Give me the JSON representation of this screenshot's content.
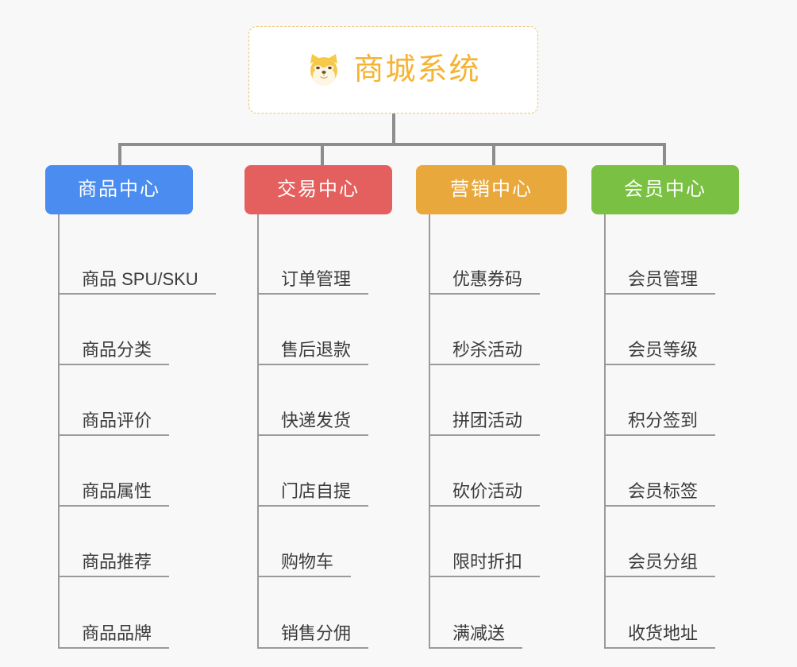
{
  "root": {
    "title": "商城系统",
    "icon": "shiba-dog-face-icon",
    "title_color": "#f5b331",
    "border_color": "#f0c070",
    "background": "#ffffff"
  },
  "canvas": {
    "background": "#f8f8f8",
    "connector_color": "#8d8d8d"
  },
  "branches": [
    {
      "label": "商品中心",
      "color": "#4a8cf0",
      "items": [
        "商品 SPU/SKU",
        "商品分类",
        "商品评价",
        "商品属性",
        "商品推荐",
        "商品品牌"
      ]
    },
    {
      "label": "交易中心",
      "color": "#e4605e",
      "items": [
        "订单管理",
        "售后退款",
        "快递发货",
        "门店自提",
        "购物车",
        "销售分佣"
      ]
    },
    {
      "label": "营销中心",
      "color": "#e8a83c",
      "items": [
        "优惠券码",
        "秒杀活动",
        "拼团活动",
        "砍价活动",
        "限时折扣",
        "满减送"
      ]
    },
    {
      "label": "会员中心",
      "color": "#7ac143",
      "items": [
        "会员管理",
        "会员等级",
        "积分签到",
        "会员标签",
        "会员分组",
        "收货地址"
      ]
    }
  ]
}
